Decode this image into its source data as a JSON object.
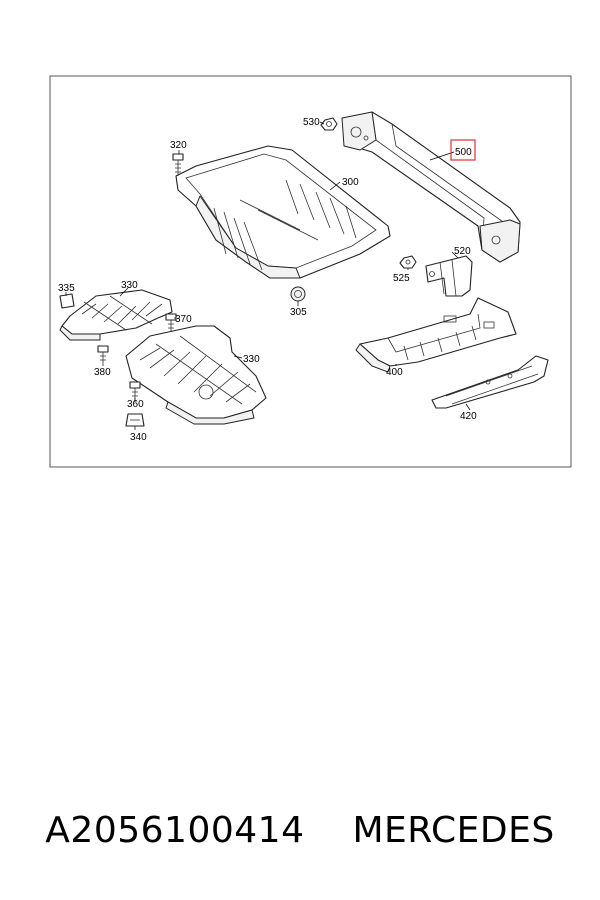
{
  "diagram": {
    "callouts": {
      "c530": "530",
      "c500": "500",
      "c320": "320",
      "c300": "300",
      "c520": "520",
      "c525": "525",
      "c335": "335",
      "c330a": "330",
      "c370": "370",
      "c305": "305",
      "c330b": "330",
      "c400": "400",
      "c380": "380",
      "c360": "360",
      "c420": "420",
      "c340": "340"
    },
    "highlight_color": "#e03030"
  },
  "caption": {
    "part_number": "A2056100414",
    "brand": "MERCEDES"
  }
}
